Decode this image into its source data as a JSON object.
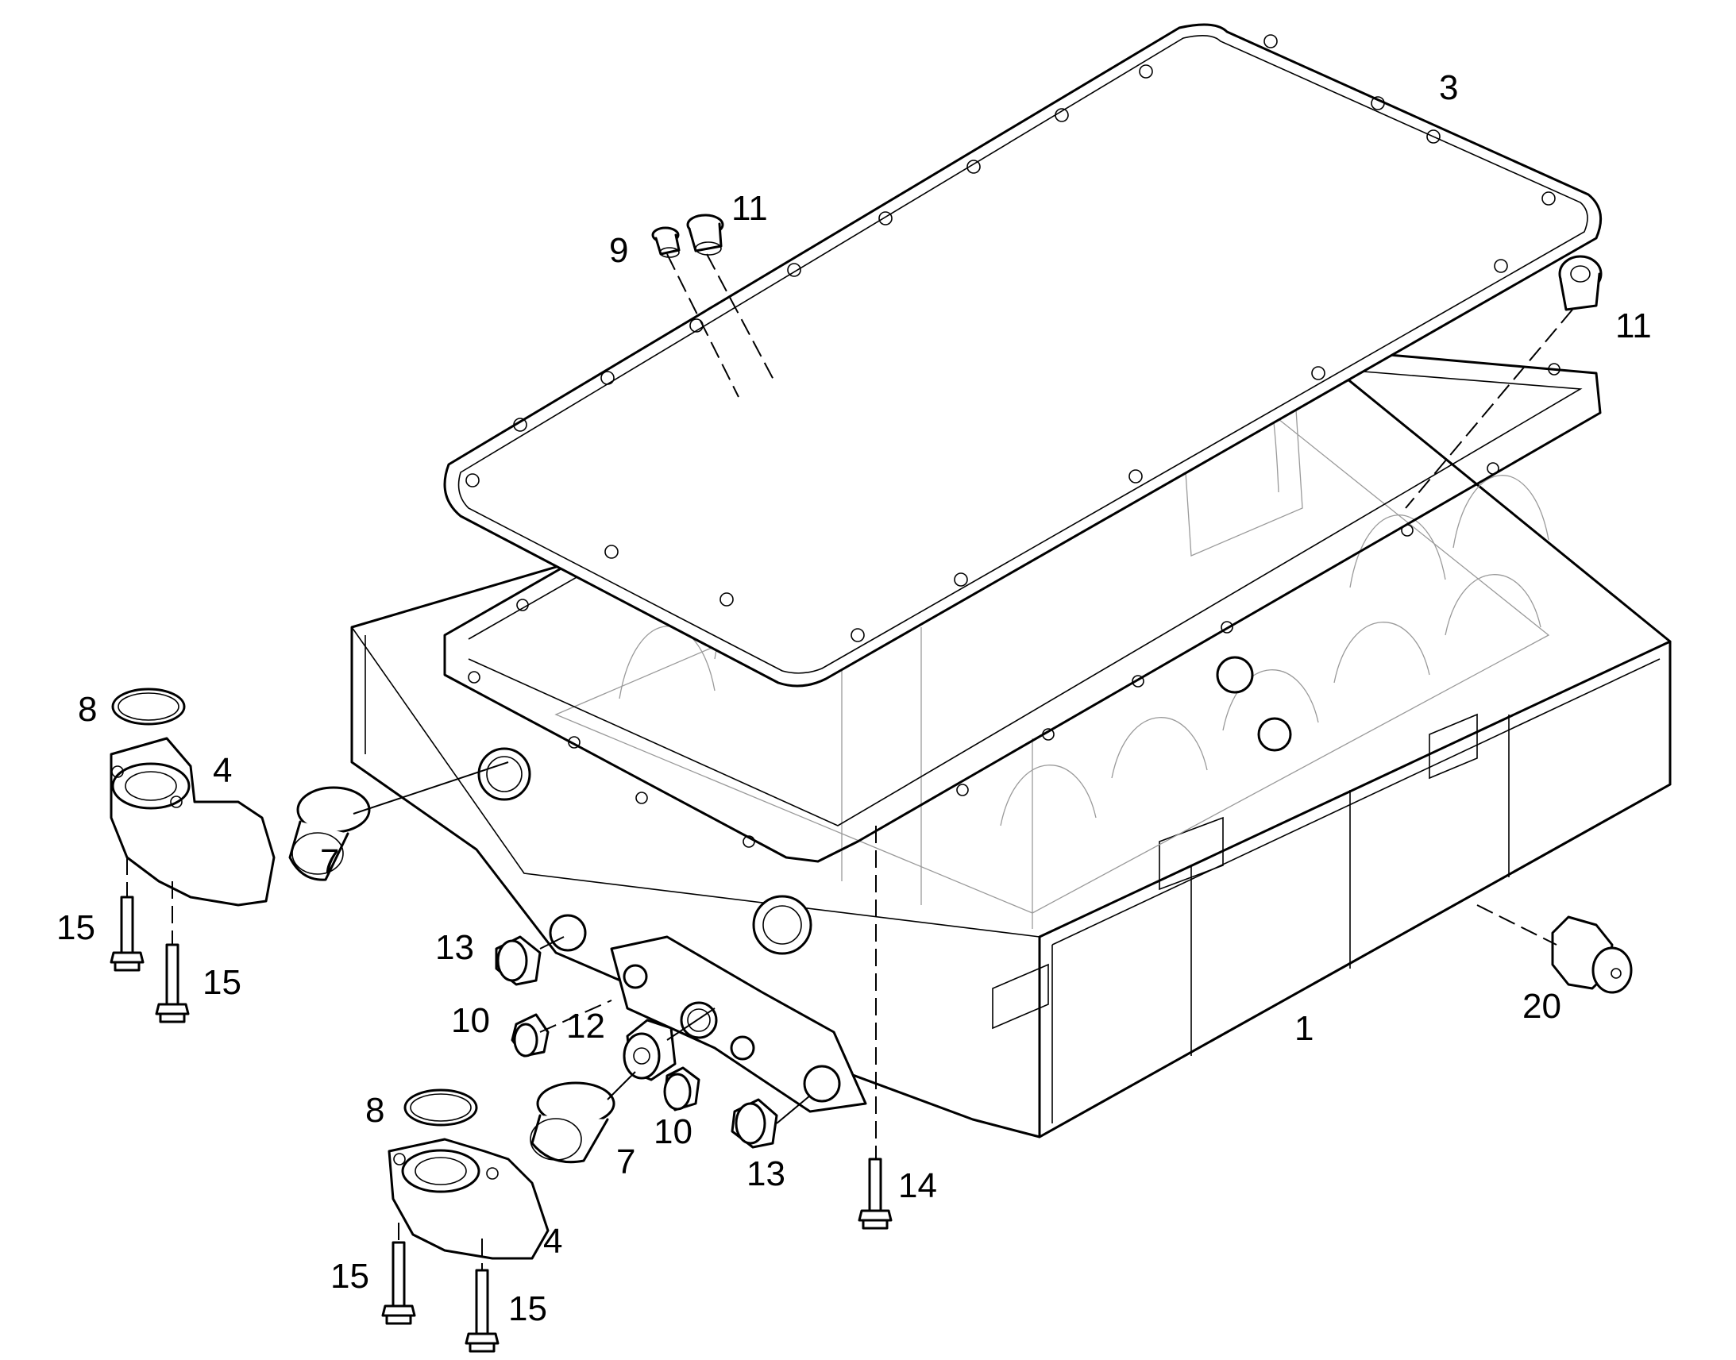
{
  "callouts": [
    {
      "id": "c1",
      "label": "1"
    },
    {
      "id": "c3",
      "label": "3"
    },
    {
      "id": "c4a",
      "label": "4"
    },
    {
      "id": "c4b",
      "label": "4"
    },
    {
      "id": "c7a",
      "label": "7"
    },
    {
      "id": "c7b",
      "label": "7"
    },
    {
      "id": "c8a",
      "label": "8"
    },
    {
      "id": "c8b",
      "label": "8"
    },
    {
      "id": "c9",
      "label": "9"
    },
    {
      "id": "c10a",
      "label": "10"
    },
    {
      "id": "c10b",
      "label": "10"
    },
    {
      "id": "c11a",
      "label": "11"
    },
    {
      "id": "c11b",
      "label": "11"
    },
    {
      "id": "c12",
      "label": "12"
    },
    {
      "id": "c13a",
      "label": "13"
    },
    {
      "id": "c13b",
      "label": "13"
    },
    {
      "id": "c14",
      "label": "14"
    },
    {
      "id": "c15a",
      "label": "15"
    },
    {
      "id": "c15b",
      "label": "15"
    },
    {
      "id": "c15c",
      "label": "15"
    },
    {
      "id": "c15d",
      "label": "15"
    },
    {
      "id": "c20",
      "label": "20"
    }
  ],
  "colors": {
    "line": "#000000",
    "hidden": "#9a9a9a",
    "background": "#ffffff"
  }
}
